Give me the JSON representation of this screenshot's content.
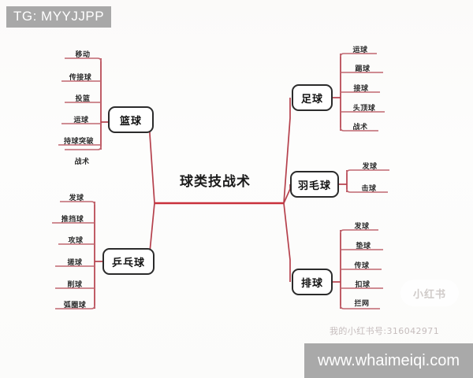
{
  "overlays": {
    "tg_tag": "TG: MYYJJPP",
    "site_watermark": "www.whaimeiqi.com",
    "xhs_logo": "小红书",
    "xhs_id": "我的小红书号:316042971"
  },
  "colors": {
    "trunk": "#c9303c",
    "branch_line": "#b5404c",
    "leaf_line": "#c06670",
    "box_border": "#2b2b2b",
    "text": "#1b1b1b",
    "background": "#fdfcfb",
    "watermark_gray": "#a9a9a9"
  },
  "mindmap": {
    "type": "mindmap",
    "root": "球类技战术",
    "branches": [
      {
        "id": "basketball",
        "label": "篮球",
        "side": "left",
        "leaves": [
          "移动",
          "传接球",
          "投篮",
          "运球",
          "持球突破",
          "战术"
        ]
      },
      {
        "id": "tabletennis",
        "label": "乒乓球",
        "side": "left",
        "leaves": [
          "发球",
          "推挡球",
          "攻球",
          "搓球",
          "削球",
          "弧圈球"
        ]
      },
      {
        "id": "football",
        "label": "足球",
        "side": "right",
        "leaves": [
          "运球",
          "踢球",
          "接球",
          "头顶球",
          "战术"
        ]
      },
      {
        "id": "badminton",
        "label": "羽毛球",
        "side": "right",
        "leaves": [
          "发球",
          "击球"
        ]
      },
      {
        "id": "volleyball",
        "label": "排球",
        "side": "right",
        "leaves": [
          "发球",
          "垫球",
          "传球",
          "扣球",
          "拦网"
        ]
      }
    ]
  }
}
